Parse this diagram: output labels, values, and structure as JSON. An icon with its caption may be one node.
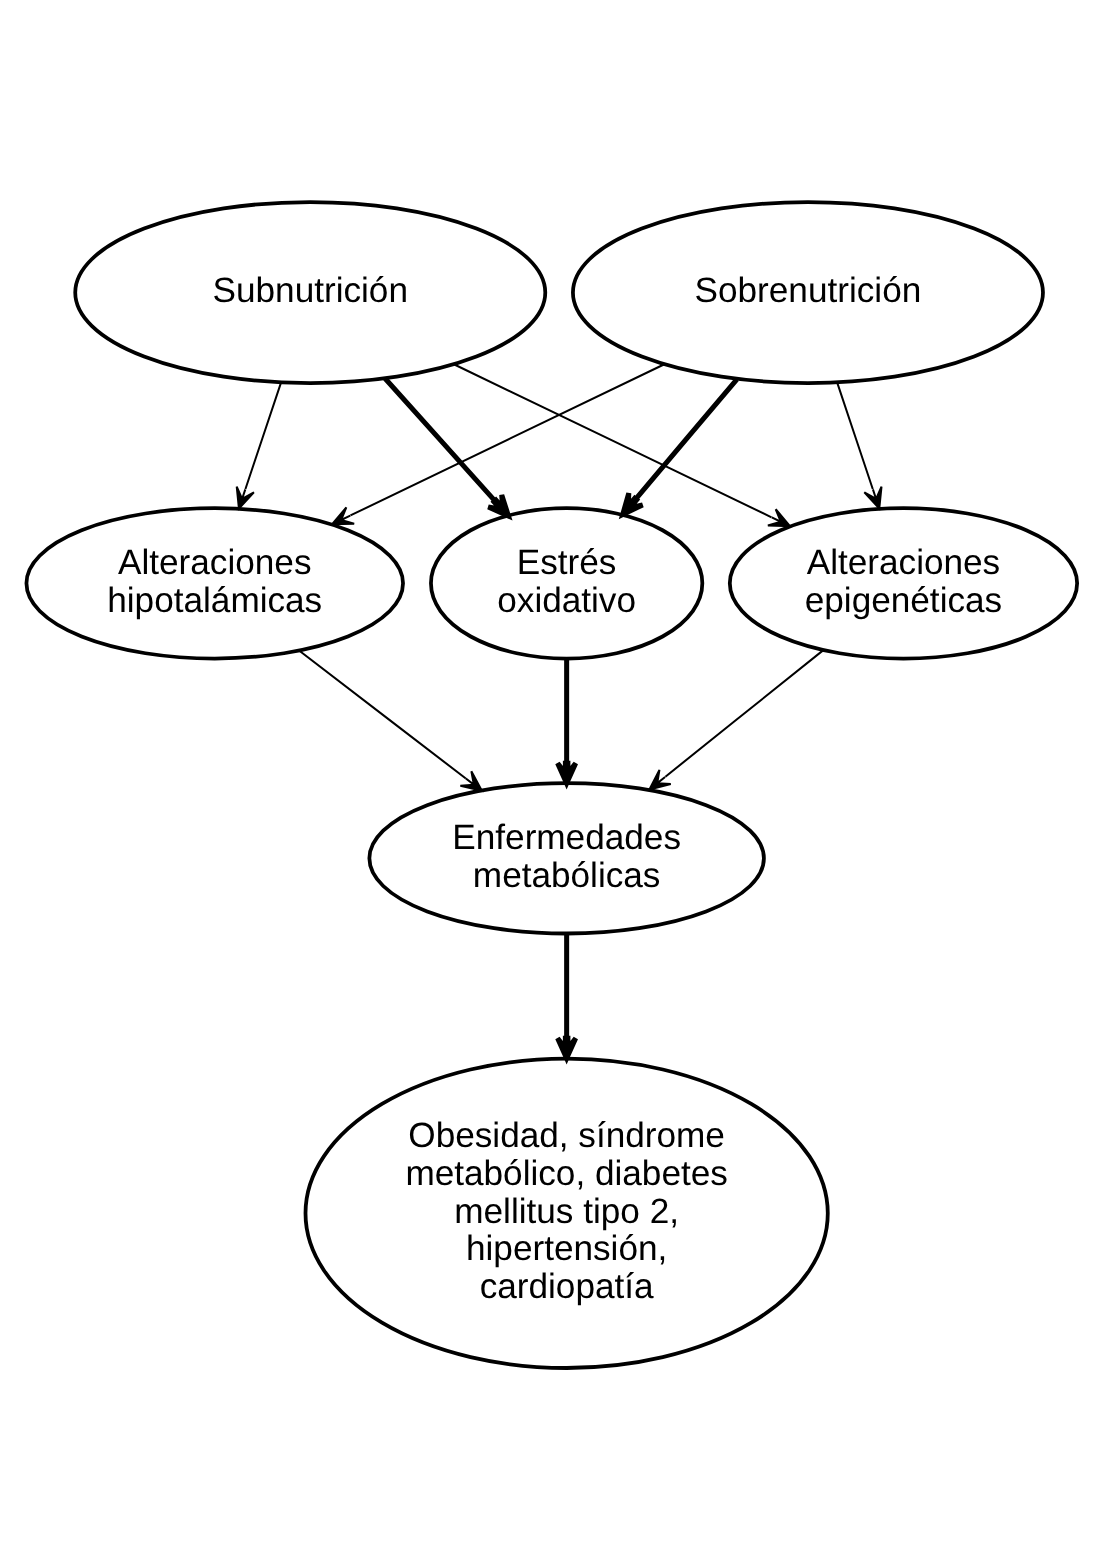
{
  "diagram": {
    "nodes": [
      {
        "text": [
          "Subnutrición"
        ]
      },
      {
        "text": [
          "Sobrenutrición"
        ]
      },
      {
        "text": [
          "Alteraciones hipotalámicas"
        ]
      },
      {
        "text": [
          "Estrés oxidativo"
        ]
      },
      {
        "text": [
          "Alteraciones epigenéticas"
        ]
      },
      {
        "text": [
          "Enfermedades metabólicas"
        ]
      },
      {
        "text": [
          "Obesidad, síndrome metabólico, diabetes mellitus tipo 2, hipertensión, cardiopatía"
        ]
      }
    ],
    "edges": [
      {
        "from": 0,
        "to": 2,
        "arrow": "to"
      },
      {
        "from": 0,
        "to": 3,
        "arrow": "to",
        "style": "thick"
      },
      {
        "from": 0,
        "to": 4,
        "arrow": "to"
      },
      {
        "from": 1,
        "to": 2,
        "arrow": "to"
      },
      {
        "from": 1,
        "to": 3,
        "arrow": "to",
        "style": "thick"
      },
      {
        "from": 1,
        "to": 4,
        "arrow": "to"
      },
      {
        "from": 2,
        "to": 5,
        "arrow": "to"
      },
      {
        "from": 3,
        "to": 5,
        "arrow": "to",
        "style": "thick"
      },
      {
        "from": 4,
        "to": 5,
        "arrow": "to"
      },
      {
        "from": 5,
        "to": 6,
        "arrow": "to",
        "style": "thick"
      }
    ]
  }
}
